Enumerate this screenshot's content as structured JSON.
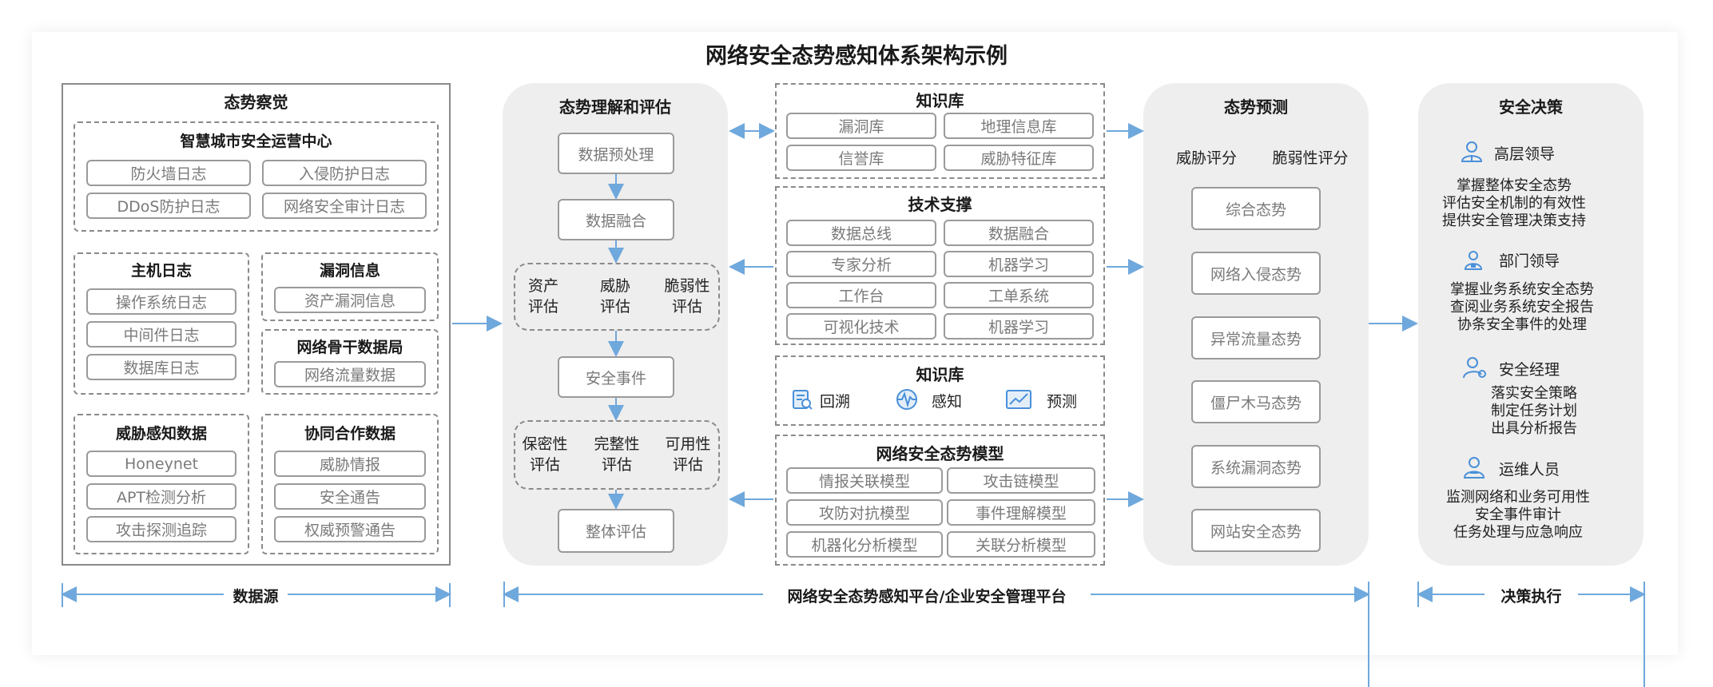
{
  "title": "网络安全态势感知体系架构示例",
  "perception": {
    "title": "态势察觉",
    "soc": {
      "title": "智慧城市安全运营中心",
      "items": [
        "防火墙日志",
        "入侵防护日志",
        "DDoS防护日志",
        "网络安全审计日志"
      ]
    },
    "host": {
      "title": "主机日志",
      "items": [
        "操作系统日志",
        "中间件日志",
        "数据库日志"
      ]
    },
    "vuln": {
      "title": "漏洞信息",
      "items": [
        "资产漏洞信息"
      ]
    },
    "backbone": {
      "title": "网络骨干数据局",
      "items": [
        "网络流量数据"
      ]
    },
    "threat": {
      "title": "威胁感知数据",
      "items": [
        "Honeynet",
        "APT检测分析",
        "攻击探测追踪"
      ]
    },
    "coop": {
      "title": "协同合作数据",
      "items": [
        "威胁情报",
        "安全通告",
        "权威预警通告"
      ]
    }
  },
  "understanding": {
    "title": "态势理解和评估",
    "preprocess": "数据预处理",
    "fusion": "数据融合",
    "assess1": [
      "资产\n评估",
      "威胁\n评估",
      "脆弱性\n评估"
    ],
    "event": "安全事件",
    "assess2": [
      "保密性\n评估",
      "完整性\n评估",
      "可用性\n评估"
    ],
    "overall": "整体评估"
  },
  "knowledge1": {
    "title": "知识库",
    "items": [
      "漏洞库",
      "地理信息库",
      "信誉库",
      "威胁特征库"
    ]
  },
  "tech": {
    "title": "技术支撑",
    "items": [
      "数据总线",
      "数据融合",
      "专家分析",
      "机器学习",
      "工作台",
      "工单系统",
      "可视化技术",
      "机器学习"
    ]
  },
  "knowledge2": {
    "title": "知识库",
    "items": [
      {
        "icon": "trace-back-icon",
        "label": "回溯"
      },
      {
        "icon": "perception-wave-icon",
        "label": "感知"
      },
      {
        "icon": "trend-chart-icon",
        "label": "预测"
      }
    ]
  },
  "model": {
    "title": "网络安全态势模型",
    "items": [
      "情报关联模型",
      "攻击链模型",
      "攻防对抗模型",
      "事件理解模型",
      "机器化分析模型",
      "关联分析模型"
    ]
  },
  "prediction": {
    "title": "态势预测",
    "scores": [
      "威胁评分",
      "脆弱性评分"
    ],
    "items": [
      "综合态势",
      "网络入侵态势",
      "异常流量态势",
      "僵尸木马态势",
      "系统漏洞态势",
      "网站安全态势"
    ]
  },
  "decision": {
    "title": "安全决策",
    "roles": [
      {
        "icon": "senior-leader-icon",
        "name": "高层领导",
        "lines": [
          "掌握整体安全态势",
          "评估安全机制的有效性",
          "提供安全管理决策支持"
        ]
      },
      {
        "icon": "department-leader-icon",
        "name": "部门领导",
        "lines": [
          "掌握业务系统安全态势",
          "查阅业务系统安全报告",
          "协条安全事件的处理"
        ]
      },
      {
        "icon": "security-manager-icon",
        "name": "安全经理",
        "lines": [
          "落实安全策略",
          "制定任务计划",
          "出具分析报告"
        ]
      },
      {
        "icon": "ops-staff-icon",
        "name": "运维人员",
        "lines": [
          "监测网络和业务可用性",
          "安全事件审计",
          "任务处理与应急响应"
        ]
      }
    ]
  },
  "bottom": {
    "source": "数据源",
    "platform": "网络安全态势感知平台/企业安全管理平台",
    "exec": "决策执行"
  },
  "colors": {
    "arrow": "#6fa8dc",
    "border": "#9a9a9a",
    "panel": "#eeeeee"
  }
}
